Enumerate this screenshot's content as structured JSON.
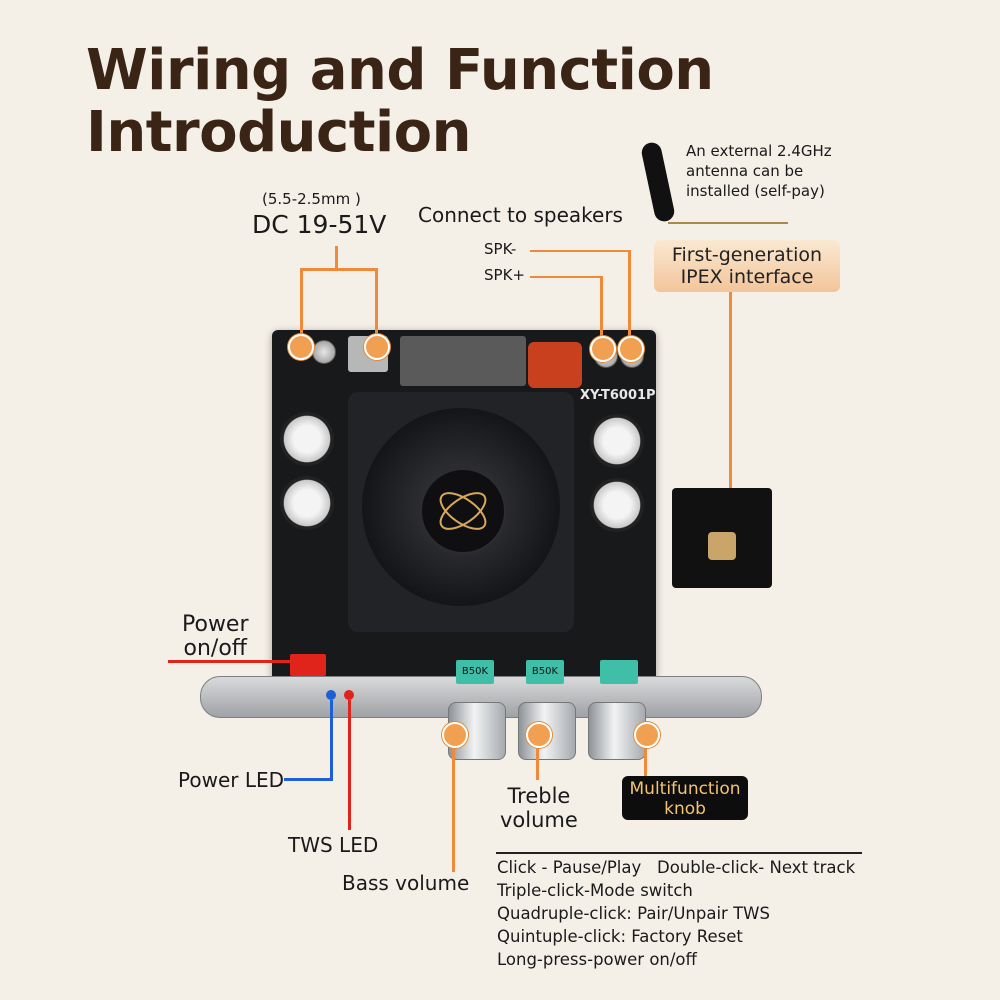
{
  "title_line1": "Wiring and Function",
  "title_line2": "Introduction",
  "dc": {
    "size": "(5.5-2.5mm )",
    "voltage": "DC 19-51V"
  },
  "speakers": {
    "heading": "Connect to speakers",
    "minus": "SPK-",
    "plus": "SPK+"
  },
  "antenna": {
    "line1": "An external 2.4GHz",
    "line2": "antenna can be",
    "line3": "installed (self-pay)"
  },
  "ipex": {
    "line1": "First-generation",
    "line2": "IPEX interface"
  },
  "model": "XY-T6001P",
  "pot_label": "B50K",
  "power": {
    "line1": "Power",
    "line2": "on/off"
  },
  "power_led": "Power LED",
  "tws_led": "TWS LED",
  "bass": "Bass volume",
  "treble": {
    "line1": "Treble",
    "line2": "volume"
  },
  "multifunction": {
    "line1": "Multifunction",
    "line2": "knob"
  },
  "functions": [
    "Click - Pause/Play   Double-click- Next track",
    "Triple-click-Mode switch",
    "Quadruple-click: Pair/Unpair TWS",
    "Quintuple-click: Factory Reset",
    "Long-press-power on/off"
  ],
  "colors": {
    "accent": "#f08a3a",
    "title": "#3a2416",
    "blue": "#1f5fd6",
    "red": "#e0241c"
  }
}
